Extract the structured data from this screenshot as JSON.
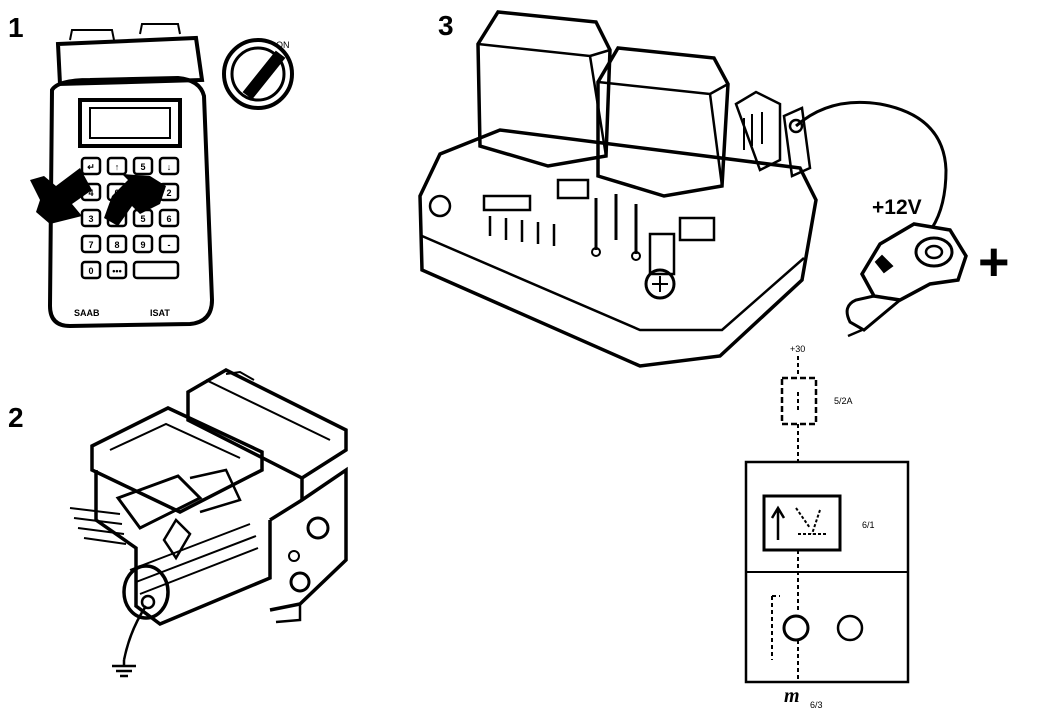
{
  "steps": {
    "step1": "1",
    "step2": "2",
    "step3": "3"
  },
  "tester": {
    "brand": "SAAB",
    "model": "ISAT",
    "keys": [
      "↵",
      "↑",
      "5",
      "↓",
      "4",
      "0",
      "1",
      "2",
      "3",
      "4",
      "5",
      "6",
      "7",
      "8",
      "9",
      "-",
      "0",
      "•••"
    ]
  },
  "relay_box": {
    "voltage_label": "+12V",
    "plus_symbol": "+"
  },
  "schematic": {
    "top_label": "+30",
    "fuse_label": "5/2A",
    "relay_label": "6/1",
    "motor_label": "m",
    "motor_sub": "6/3"
  },
  "colors": {
    "ink": "#000000",
    "paper": "#ffffff"
  }
}
